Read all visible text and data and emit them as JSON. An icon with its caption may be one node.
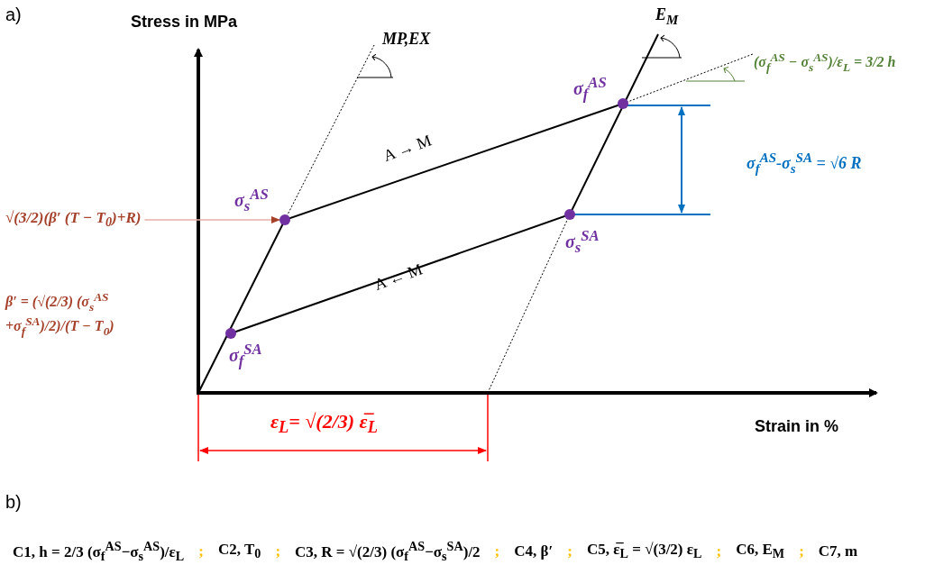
{
  "diagram": {
    "nodes": [
      {
        "text": [
          "√(3/2)(β′ (T − T$_{0}$)+R)"
        ]
      },
      {
        "text": [],
        "shape": "circle"
      }
    ],
    "edges": [
      {
        "from": 0,
        "to": 1,
        "arrow": "to",
        "color": "#e6b0aa"
      }
    ],
    "labels": [
      "a)",
      "Stress in MPa",
      "MP,EX",
      "E$_{M}$",
      "σ$_{f}$$^{AS}$",
      "(σ$_{f}$$^{AS}$ − σ$_{s}$$^{AS}$)/ε$_{L}$ = 3/2 h",
      "σ$_{f}$$^{AS}$-σ$_{s}$$^{SA}$ = √6 R",
      "σ$_{s}$$^{AS}$",
      "A → M",
      "σ$_{s}$$^{SA}$",
      "A ← M",
      "β′ = (√(2/3) (σ$_{s}$$^{AS}$ +σ$_{f}$$^{SA}$)/2)/(T − T$_{0}$)",
      "σ$_{f}$$^{SA}$",
      "Strain in %",
      "ε$_{L}$= √(2/3) ε̅$_{L}$",
      "b)",
      "C1, h = 2/3 (σ$_{f}$$^{AS}$−σ$_{s}$$^{AS}$)/ε$_{L}$",
      ";",
      "C2, T$_{0}$",
      ";",
      "C3, R = √(2/3) (σ$_{f}$$^{AS}$−σ$_{s}$$^{SA}$)/2",
      ";",
      "C4, β′",
      ";",
      "C5, ε̅$_{L}$ = √(3/2) ε$_{L}$",
      ";",
      "C6, E$_{M}$",
      ";",
      "C7, m"
    ]
  }
}
